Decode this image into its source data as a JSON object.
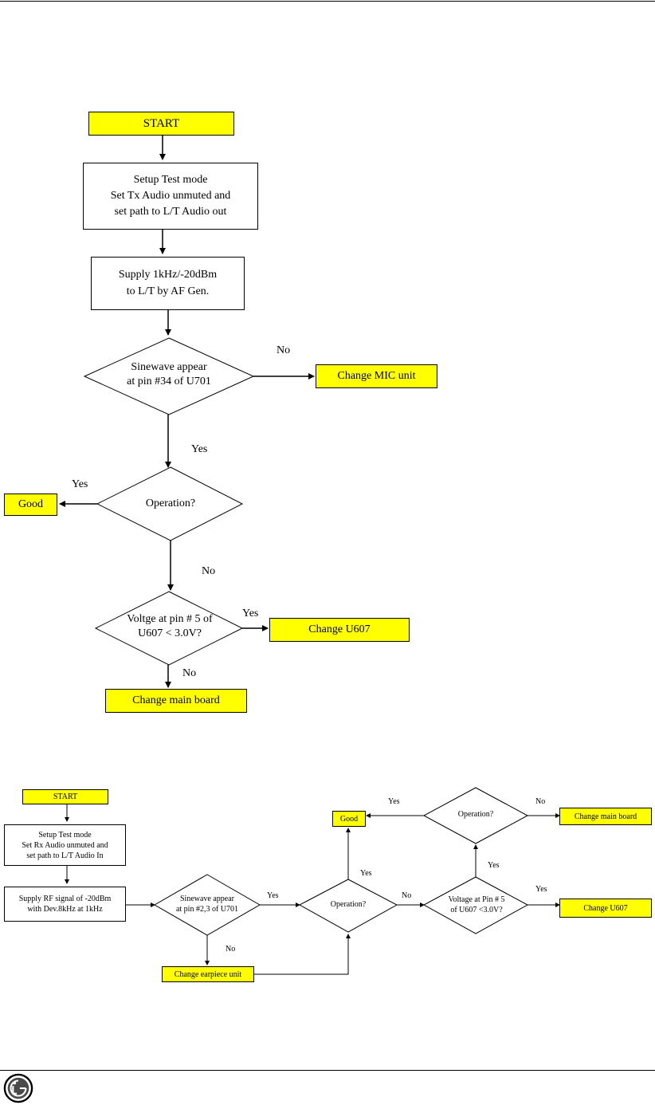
{
  "flow_tx": {
    "start": "START",
    "setup": [
      "Setup Test mode",
      "Set Tx Audio unmuted and",
      "set path to L/T Audio out"
    ],
    "supply": [
      "Supply 1kHz/-20dBm",
      "to L/T by AF Gen."
    ],
    "sinewave": [
      "Sinewave appear",
      "at pin #34 of U701"
    ],
    "change_mic": "Change MIC unit",
    "no_1": "No",
    "yes_1": "Yes",
    "operation": "Operation?",
    "yes_2": "Yes",
    "good": "Good",
    "no_2": "No",
    "voltage": [
      "Voltge at pin # 5 of",
      "U607 < 3.0V?"
    ],
    "yes_3": "Yes",
    "change_u607": "Change U607",
    "no_3": "No",
    "change_main": "Change main board"
  },
  "flow_rx": {
    "start": "START",
    "setup": [
      "Setup Test mode",
      "Set Rx Audio unmuted and",
      "set path to L/T Audio In"
    ],
    "supply": [
      "Supply RF signal of -20dBm",
      "with Dev.8kHz at 1kHz"
    ],
    "sinewave": [
      "Sinewave appear",
      "at pin #2,3 of U701"
    ],
    "yes_1": "Yes",
    "no_1": "No",
    "change_earpiece": "Change earpiece unit",
    "operation_1": "Operation?",
    "yes_2": "Yes",
    "good": "Good",
    "no_2": "No",
    "voltage": [
      "Voltage at Pin # 5",
      "of U607 <3.0V?"
    ],
    "yes_3": "Yes",
    "change_u607": "Change U607",
    "yes_4": "Yes",
    "operation_2": "Operation?",
    "yes_5": "Yes",
    "no_3": "No",
    "change_main": "Change main board"
  },
  "colors": {
    "terminal_fill": "#ffff00",
    "line": "#000000"
  },
  "footer": {
    "logo_icon": "lg-logo-icon"
  }
}
